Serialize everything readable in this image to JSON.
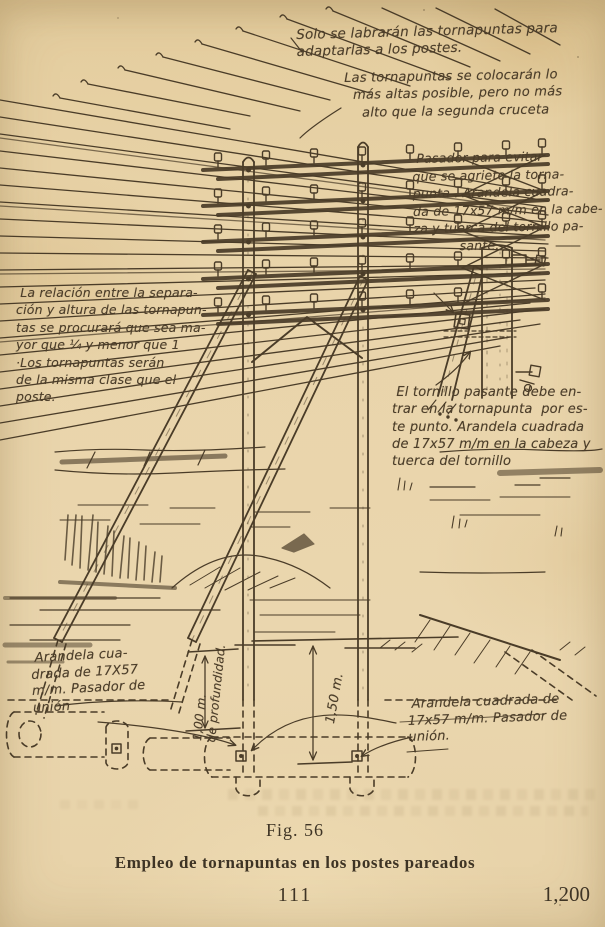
{
  "palette": {
    "paper": "#e8d2a6",
    "ink": "#4a3c28"
  },
  "figure": {
    "label": "Fig. 56",
    "caption": "Empleo de tornapuntas en los postes pareados"
  },
  "footer": {
    "page_number": "111",
    "edition_number": "1,200"
  },
  "annotations": {
    "labrado": "Solo se labrarán las tornapuntas para\nadaptarlas a los postes.",
    "altura": "Las tornapuntas se colocarán lo\n  más altas posible, pero no más\n    alto que la segunda cruceta",
    "pasador": " Pasador para evitar\nque se agriete la torna-\npunta . Arandela cuadra-\nda de 17x57 m/m en la cabe-\nza y tuerca del tornillo pa-\n           sante.",
    "relacion": " La relación entre la separa-\nción y altura de las tornapun-\ntas se procurará que sea ma-\nyor que ¼ y menor que 1\n·Los tornapuntas serán\nde la misma clase que el\nposte.",
    "tornillo": " El tornillo pasante debe en-\ntrar en la tornapunta  por es-\nte punto. Arandela cuadrada\nde 17x57 m/m en la cabeza y\ntuerca del tornillo",
    "arandela_izquierda": " Arandela cua-\ndrada de 17X57\nm/m. Pasador de\nunión",
    "arandela_derecha": " Arandela cuadrada de\n17x57 m/m. Pasador de\nunión.",
    "profundidad_valor": "1,00 m.",
    "profundidad_texto": "de profundidad.",
    "distancia": "1,50 m."
  }
}
